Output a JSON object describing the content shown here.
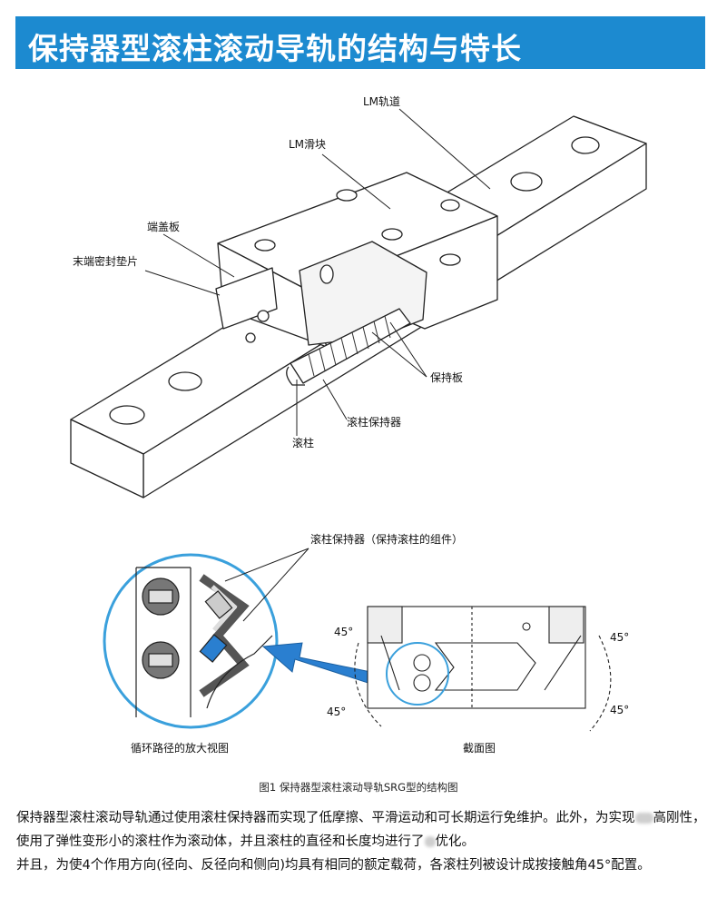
{
  "header": {
    "title": "保持器型滚柱滚动导轨的结构与特长"
  },
  "diagram1": {
    "labels": {
      "lm_rail": "LM轨道",
      "lm_block": "LM滑块",
      "end_plate": "端盖板",
      "end_seal": "末端密封垫片",
      "retainer_plate": "保持板",
      "roller_cage": "滚柱保持器",
      "roller": "滚柱"
    }
  },
  "diagram2": {
    "labels": {
      "cage_assembly": "滚柱保持器（保持滚柱的组件）",
      "angle_tl": "45°",
      "angle_bl": "45°",
      "angle_tr": "45°",
      "angle_br": "45°"
    },
    "captions": {
      "enlarged": "循环路径的放大视图",
      "section": "截面图"
    }
  },
  "figure_caption": "图1    保持器型滚柱滚动导轨SRG型的结构图",
  "body": {
    "p1_a": "保持器型滚柱滚动导轨通过使用滚柱保持器而实现了低摩擦、平滑运动和可长期运行免维护。此外，为实现",
    "p1_b": "高刚性，使用了弹性变形小的滚柱作为滚动体，并且滚柱的直径和长度均进行了",
    "p1_c": "优化。",
    "p2": "并且，为使4个作用方向(径向、反径向和侧向)均具有相同的额定载荷，各滚柱列被设计成按接触角45°配置。"
  },
  "colors": {
    "header_bg": "#1c8ad0",
    "accent_blue": "#2a7fd0",
    "circle_blue": "#3aa0dc"
  }
}
